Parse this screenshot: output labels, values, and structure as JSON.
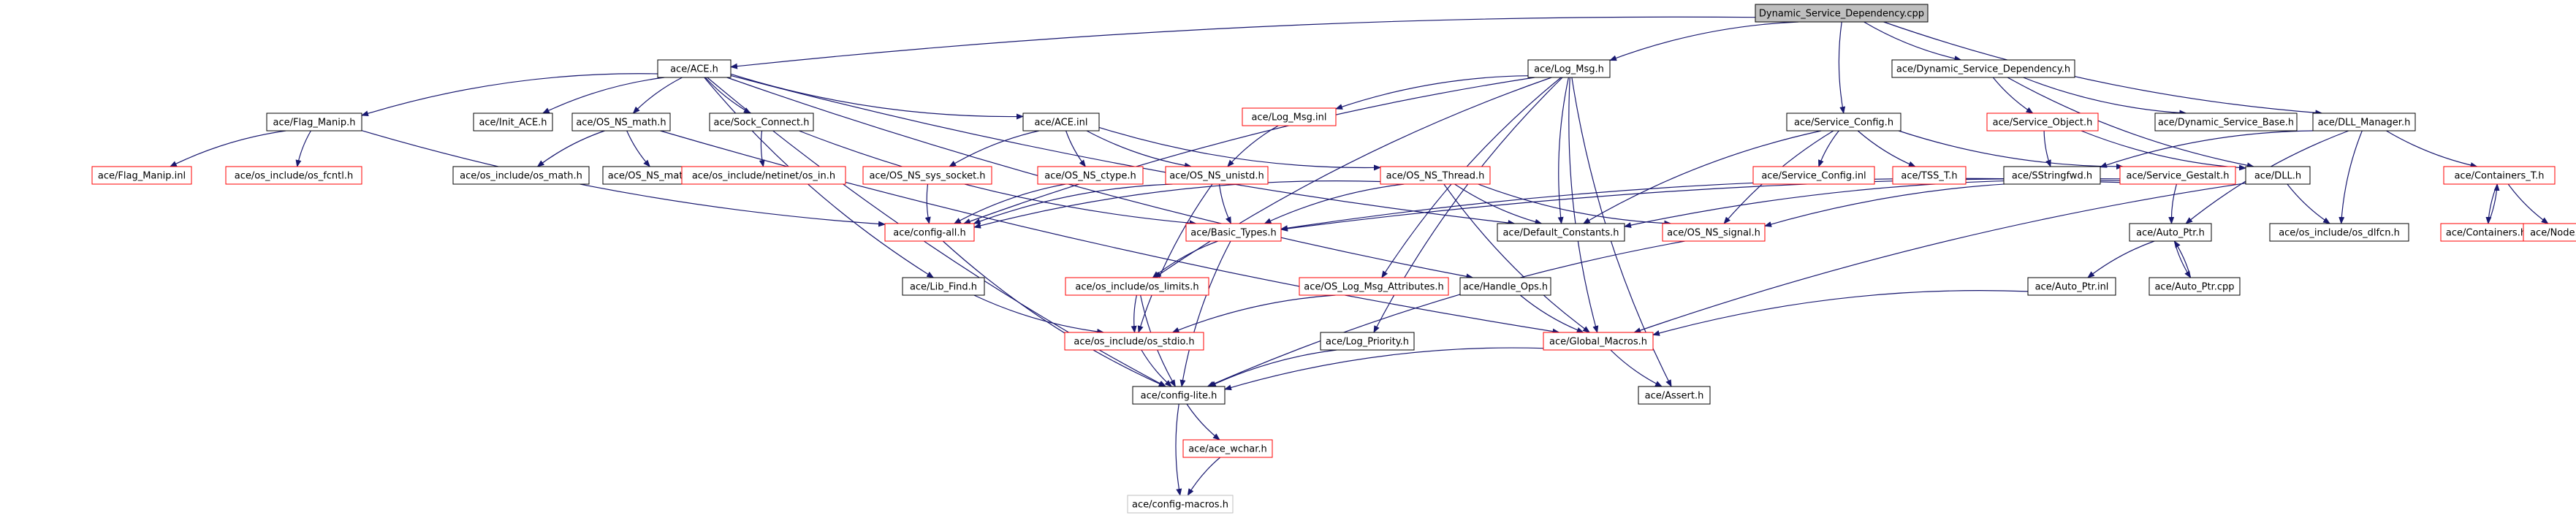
{
  "graph": {
    "colors": {
      "edge": "#191970",
      "border_default": "#000000",
      "border_missing": "#ff0000",
      "border_plain": "#bfbfbf",
      "root_fill": "#bfbfbf",
      "node_fill": "#ffffff",
      "text": "#000000"
    },
    "nodes": [
      {
        "id": "root",
        "label": "Dynamic_Service_Dependency.cpp",
        "style": "root"
      },
      {
        "id": "ace_h",
        "label": "ace/ACE.h",
        "style": "default"
      },
      {
        "id": "log_msg_h",
        "label": "ace/Log_Msg.h",
        "style": "default"
      },
      {
        "id": "service_config_h",
        "label": "ace/Service_Config.h",
        "style": "default"
      },
      {
        "id": "dyn_dep_h",
        "label": "ace/Dynamic_Service_Dependency.h",
        "style": "default"
      },
      {
        "id": "dll_manager_h",
        "label": "ace/DLL_Manager.h",
        "style": "default"
      },
      {
        "id": "flag_manip_h",
        "label": "ace/Flag_Manip.h",
        "style": "default"
      },
      {
        "id": "init_ace_h",
        "label": "ace/Init_ACE.h",
        "style": "default"
      },
      {
        "id": "os_ns_math_h",
        "label": "ace/OS_NS_math.h",
        "style": "default"
      },
      {
        "id": "sock_connect_h",
        "label": "ace/Sock_Connect.h",
        "style": "default"
      },
      {
        "id": "ace_inl",
        "label": "ace/ACE.inl",
        "style": "default"
      },
      {
        "id": "log_msg_inl",
        "label": "ace/Log_Msg.inl",
        "style": "missing"
      },
      {
        "id": "service_object_h",
        "label": "ace/Service_Object.h",
        "style": "missing"
      },
      {
        "id": "dyn_service_base_h",
        "label": "ace/Dynamic_Service_Base.h",
        "style": "default"
      },
      {
        "id": "containers_t_h",
        "label": "ace/Containers_T.h",
        "style": "missing"
      },
      {
        "id": "flag_manip_inl",
        "label": "ace/Flag_Manip.inl",
        "style": "missing"
      },
      {
        "id": "os_fcntl_h",
        "label": "ace/os_include/os_fcntl.h",
        "style": "missing"
      },
      {
        "id": "os_math_h",
        "label": "ace/os_include/os_math.h",
        "style": "default"
      },
      {
        "id": "os_ns_math_inl",
        "label": "ace/OS_NS_math.inl",
        "style": "default"
      },
      {
        "id": "netinet_in_h",
        "label": "ace/os_include/netinet/os_in.h",
        "style": "missing"
      },
      {
        "id": "os_ns_sys_socket_h",
        "label": "ace/OS_NS_sys_socket.h",
        "style": "missing"
      },
      {
        "id": "os_ns_ctype_h",
        "label": "ace/OS_NS_ctype.h",
        "style": "missing"
      },
      {
        "id": "os_ns_unistd_h",
        "label": "ace/OS_NS_unistd.h",
        "style": "missing"
      },
      {
        "id": "os_ns_thread_h",
        "label": "ace/OS_NS_Thread.h",
        "style": "missing"
      },
      {
        "id": "service_config_inl",
        "label": "ace/Service_Config.inl",
        "style": "missing"
      },
      {
        "id": "tss_t_h",
        "label": "ace/TSS_T.h",
        "style": "missing"
      },
      {
        "id": "sstringfwd_h",
        "label": "ace/SStringfwd.h",
        "style": "default"
      },
      {
        "id": "service_gestalt_h",
        "label": "ace/Service_Gestalt.h",
        "style": "missing"
      },
      {
        "id": "dll_h",
        "label": "ace/DLL.h",
        "style": "default"
      },
      {
        "id": "config_all_h",
        "label": "ace/config-all.h",
        "style": "missing"
      },
      {
        "id": "basic_types_h",
        "label": "ace/Basic_Types.h",
        "style": "missing"
      },
      {
        "id": "default_constants_h",
        "label": "ace/Default_Constants.h",
        "style": "default"
      },
      {
        "id": "os_ns_signal_h",
        "label": "ace/OS_NS_signal.h",
        "style": "missing"
      },
      {
        "id": "auto_ptr_h",
        "label": "ace/Auto_Ptr.h",
        "style": "default"
      },
      {
        "id": "os_dlfcn_h",
        "label": "ace/os_include/os_dlfcn.h",
        "style": "default"
      },
      {
        "id": "containers_h",
        "label": "ace/Containers.h",
        "style": "missing"
      },
      {
        "id": "node_h",
        "label": "ace/Node.h",
        "style": "missing"
      },
      {
        "id": "lib_find_h",
        "label": "ace/Lib_Find.h",
        "style": "default"
      },
      {
        "id": "os_limits_h",
        "label": "ace/os_include/os_limits.h",
        "style": "missing"
      },
      {
        "id": "os_log_msg_attr_h",
        "label": "ace/OS_Log_Msg_Attributes.h",
        "style": "missing"
      },
      {
        "id": "handle_ops_h",
        "label": "ace/Handle_Ops.h",
        "style": "default"
      },
      {
        "id": "auto_ptr_inl",
        "label": "ace/Auto_Ptr.inl",
        "style": "default"
      },
      {
        "id": "auto_ptr_cpp",
        "label": "ace/Auto_Ptr.cpp",
        "style": "default"
      },
      {
        "id": "os_stdio_h",
        "label": "ace/os_include/os_stdio.h",
        "style": "missing"
      },
      {
        "id": "global_macros_h",
        "label": "ace/Global_Macros.h",
        "style": "missing"
      },
      {
        "id": "log_priority_h",
        "label": "ace/Log_Priority.h",
        "style": "default"
      },
      {
        "id": "config_lite_h",
        "label": "ace/config-lite.h",
        "style": "default"
      },
      {
        "id": "assert_h",
        "label": "ace/Assert.h",
        "style": "default"
      },
      {
        "id": "ace_wchar_h",
        "label": "ace/ace_wchar.h",
        "style": "missing"
      },
      {
        "id": "config_macros_h",
        "label": "ace/config-macros.h",
        "style": "plain"
      }
    ],
    "edges": [
      [
        "root",
        "ace_h"
      ],
      [
        "root",
        "log_msg_h"
      ],
      [
        "root",
        "service_config_h"
      ],
      [
        "root",
        "dyn_dep_h"
      ],
      [
        "root",
        "dll_manager_h"
      ],
      [
        "ace_h",
        "flag_manip_h"
      ],
      [
        "ace_h",
        "init_ace_h"
      ],
      [
        "ace_h",
        "os_ns_math_h"
      ],
      [
        "ace_h",
        "sock_connect_h"
      ],
      [
        "ace_h",
        "ace_inl"
      ],
      [
        "ace_h",
        "default_constants_h"
      ],
      [
        "ace_h",
        "handle_ops_h"
      ],
      [
        "ace_h",
        "lib_find_h"
      ],
      [
        "ace_h",
        "config_lite_h"
      ],
      [
        "flag_manip_h",
        "flag_manip_inl"
      ],
      [
        "flag_manip_h",
        "os_fcntl_h"
      ],
      [
        "flag_manip_h",
        "config_all_h"
      ],
      [
        "os_ns_math_h",
        "os_math_h"
      ],
      [
        "os_ns_math_h",
        "os_ns_math_inl"
      ],
      [
        "os_ns_math_h",
        "global_macros_h"
      ],
      [
        "sock_connect_h",
        "netinet_in_h"
      ],
      [
        "sock_connect_h",
        "basic_types_h"
      ],
      [
        "ace_inl",
        "os_ns_sys_socket_h"
      ],
      [
        "ace_inl",
        "os_ns_ctype_h"
      ],
      [
        "ace_inl",
        "os_ns_unistd_h"
      ],
      [
        "ace_inl",
        "os_ns_thread_h"
      ],
      [
        "log_msg_h",
        "log_msg_inl"
      ],
      [
        "log_msg_h",
        "default_constants_h"
      ],
      [
        "log_msg_h",
        "os_log_msg_attr_h"
      ],
      [
        "log_msg_h",
        "log_priority_h"
      ],
      [
        "log_msg_h",
        "global_macros_h"
      ],
      [
        "log_msg_h",
        "assert_h"
      ],
      [
        "log_msg_h",
        "os_limits_h"
      ],
      [
        "log_msg_h",
        "config_all_h"
      ],
      [
        "log_msg_inl",
        "os_ns_unistd_h"
      ],
      [
        "service_config_h",
        "service_config_inl"
      ],
      [
        "service_config_h",
        "tss_t_h"
      ],
      [
        "service_config_h",
        "service_gestalt_h"
      ],
      [
        "service_config_h",
        "default_constants_h"
      ],
      [
        "service_config_h",
        "os_ns_signal_h"
      ],
      [
        "dyn_dep_h",
        "service_object_h"
      ],
      [
        "dyn_dep_h",
        "dyn_service_base_h"
      ],
      [
        "dyn_dep_h",
        "dll_h"
      ],
      [
        "service_object_h",
        "dll_h"
      ],
      [
        "service_object_h",
        "sstringfwd_h"
      ],
      [
        "dll_manager_h",
        "sstringfwd_h"
      ],
      [
        "dll_manager_h",
        "containers_t_h"
      ],
      [
        "dll_manager_h",
        "os_dlfcn_h"
      ],
      [
        "dll_manager_h",
        "auto_ptr_h"
      ],
      [
        "containers_t_h",
        "containers_h"
      ],
      [
        "containers_t_h",
        "node_h"
      ],
      [
        "containers_h",
        "containers_t_h"
      ],
      [
        "service_gestalt_h",
        "default_constants_h"
      ],
      [
        "service_gestalt_h",
        "auto_ptr_h"
      ],
      [
        "service_gestalt_h",
        "basic_types_h"
      ],
      [
        "service_gestalt_h",
        "os_ns_signal_h"
      ],
      [
        "dll_h",
        "os_dlfcn_h"
      ],
      [
        "dll_h",
        "global_macros_h"
      ],
      [
        "sstringfwd_h",
        "basic_types_h"
      ],
      [
        "os_ns_sys_socket_h",
        "config_all_h"
      ],
      [
        "os_ns_ctype_h",
        "config_all_h"
      ],
      [
        "os_ns_unistd_h",
        "basic_types_h"
      ],
      [
        "os_ns_unistd_h",
        "os_stdio_h"
      ],
      [
        "os_ns_unistd_h",
        "config_all_h"
      ],
      [
        "os_ns_thread_h",
        "config_all_h"
      ],
      [
        "os_ns_thread_h",
        "basic_types_h"
      ],
      [
        "os_ns_thread_h",
        "default_constants_h"
      ],
      [
        "os_ns_thread_h",
        "os_ns_signal_h"
      ],
      [
        "os_ns_thread_h",
        "global_macros_h"
      ],
      [
        "config_all_h",
        "config_lite_h"
      ],
      [
        "basic_types_h",
        "os_limits_h"
      ],
      [
        "basic_types_h",
        "config_lite_h"
      ],
      [
        "os_ns_signal_h",
        "config_lite_h"
      ],
      [
        "auto_ptr_h",
        "auto_ptr_inl"
      ],
      [
        "auto_ptr_h",
        "auto_ptr_cpp"
      ],
      [
        "auto_ptr_cpp",
        "auto_ptr_h"
      ],
      [
        "auto_ptr_inl",
        "global_macros_h"
      ],
      [
        "lib_find_h",
        "os_stdio_h"
      ],
      [
        "os_limits_h",
        "os_stdio_h"
      ],
      [
        "os_limits_h",
        "config_lite_h"
      ],
      [
        "os_log_msg_attr_h",
        "os_stdio_h"
      ],
      [
        "handle_ops_h",
        "global_macros_h"
      ],
      [
        "os_stdio_h",
        "config_lite_h"
      ],
      [
        "global_macros_h",
        "config_lite_h"
      ],
      [
        "global_macros_h",
        "assert_h"
      ],
      [
        "log_priority_h",
        "config_lite_h"
      ],
      [
        "config_lite_h",
        "ace_wchar_h"
      ],
      [
        "config_lite_h",
        "config_macros_h"
      ],
      [
        "ace_wchar_h",
        "config_macros_h"
      ]
    ]
  }
}
